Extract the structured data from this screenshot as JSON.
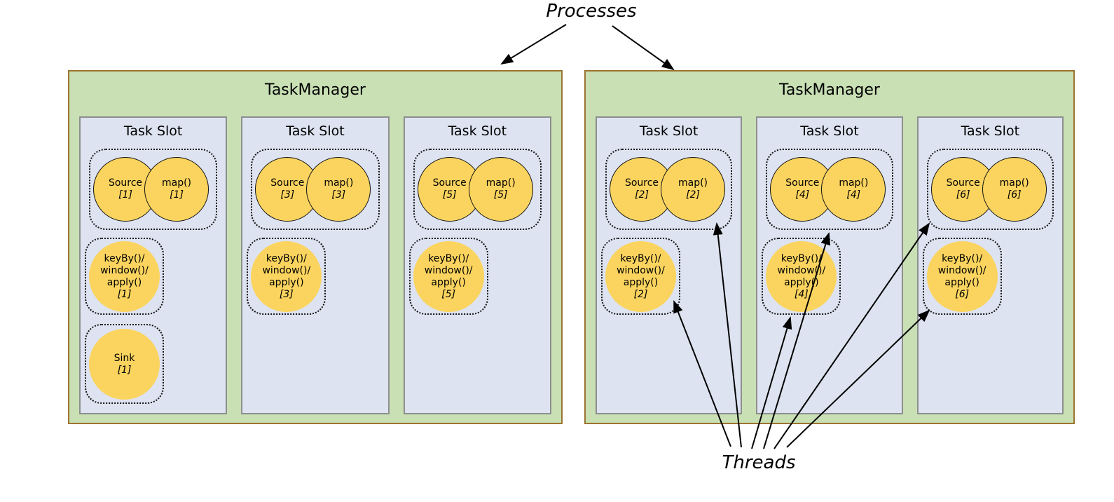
{
  "labels": {
    "processes": "Processes",
    "threads": "Threads"
  },
  "palette": {
    "taskmanager_fill": "#c9e0b5",
    "taskmanager_border": "#9c742f",
    "slot_fill": "#dde3f0",
    "slot_border": "#8e8e8e",
    "operator_fill": "#fbd45f",
    "arrow_color": "#000000"
  },
  "task_managers": [
    {
      "title": "TaskManager",
      "slots": [
        {
          "title": "Task Slot",
          "source": {
            "label": "Source",
            "index": "[1]"
          },
          "map": {
            "label": "map()",
            "index": "[1]"
          },
          "keyby": {
            "line1": "keyBy()/",
            "line2": "window()/",
            "line3": "apply()",
            "index": "[1]"
          },
          "sink": {
            "label": "Sink",
            "index": "[1]"
          }
        },
        {
          "title": "Task Slot",
          "source": {
            "label": "Source",
            "index": "[3]"
          },
          "map": {
            "label": "map()",
            "index": "[3]"
          },
          "keyby": {
            "line1": "keyBy()/",
            "line2": "window()/",
            "line3": "apply()",
            "index": "[3]"
          }
        },
        {
          "title": "Task Slot",
          "source": {
            "label": "Source",
            "index": "[5]"
          },
          "map": {
            "label": "map()",
            "index": "[5]"
          },
          "keyby": {
            "line1": "keyBy()/",
            "line2": "window()/",
            "line3": "apply()",
            "index": "[5]"
          }
        }
      ]
    },
    {
      "title": "TaskManager",
      "slots": [
        {
          "title": "Task Slot",
          "source": {
            "label": "Source",
            "index": "[2]"
          },
          "map": {
            "label": "map()",
            "index": "[2]"
          },
          "keyby": {
            "line1": "keyBy()/",
            "line2": "window()/",
            "line3": "apply()",
            "index": "[2]"
          }
        },
        {
          "title": "Task Slot",
          "source": {
            "label": "Source",
            "index": "[4]"
          },
          "map": {
            "label": "map()",
            "index": "[4]"
          },
          "keyby": {
            "line1": "keyBy()/",
            "line2": "window()/",
            "line3": "apply()",
            "index": "[4]"
          }
        },
        {
          "title": "Task Slot",
          "source": {
            "label": "Source",
            "index": "[6]"
          },
          "map": {
            "label": "map()",
            "index": "[6]"
          },
          "keyby": {
            "line1": "keyBy()/",
            "line2": "window()/",
            "line3": "apply()",
            "index": "[6]"
          }
        }
      ]
    }
  ]
}
